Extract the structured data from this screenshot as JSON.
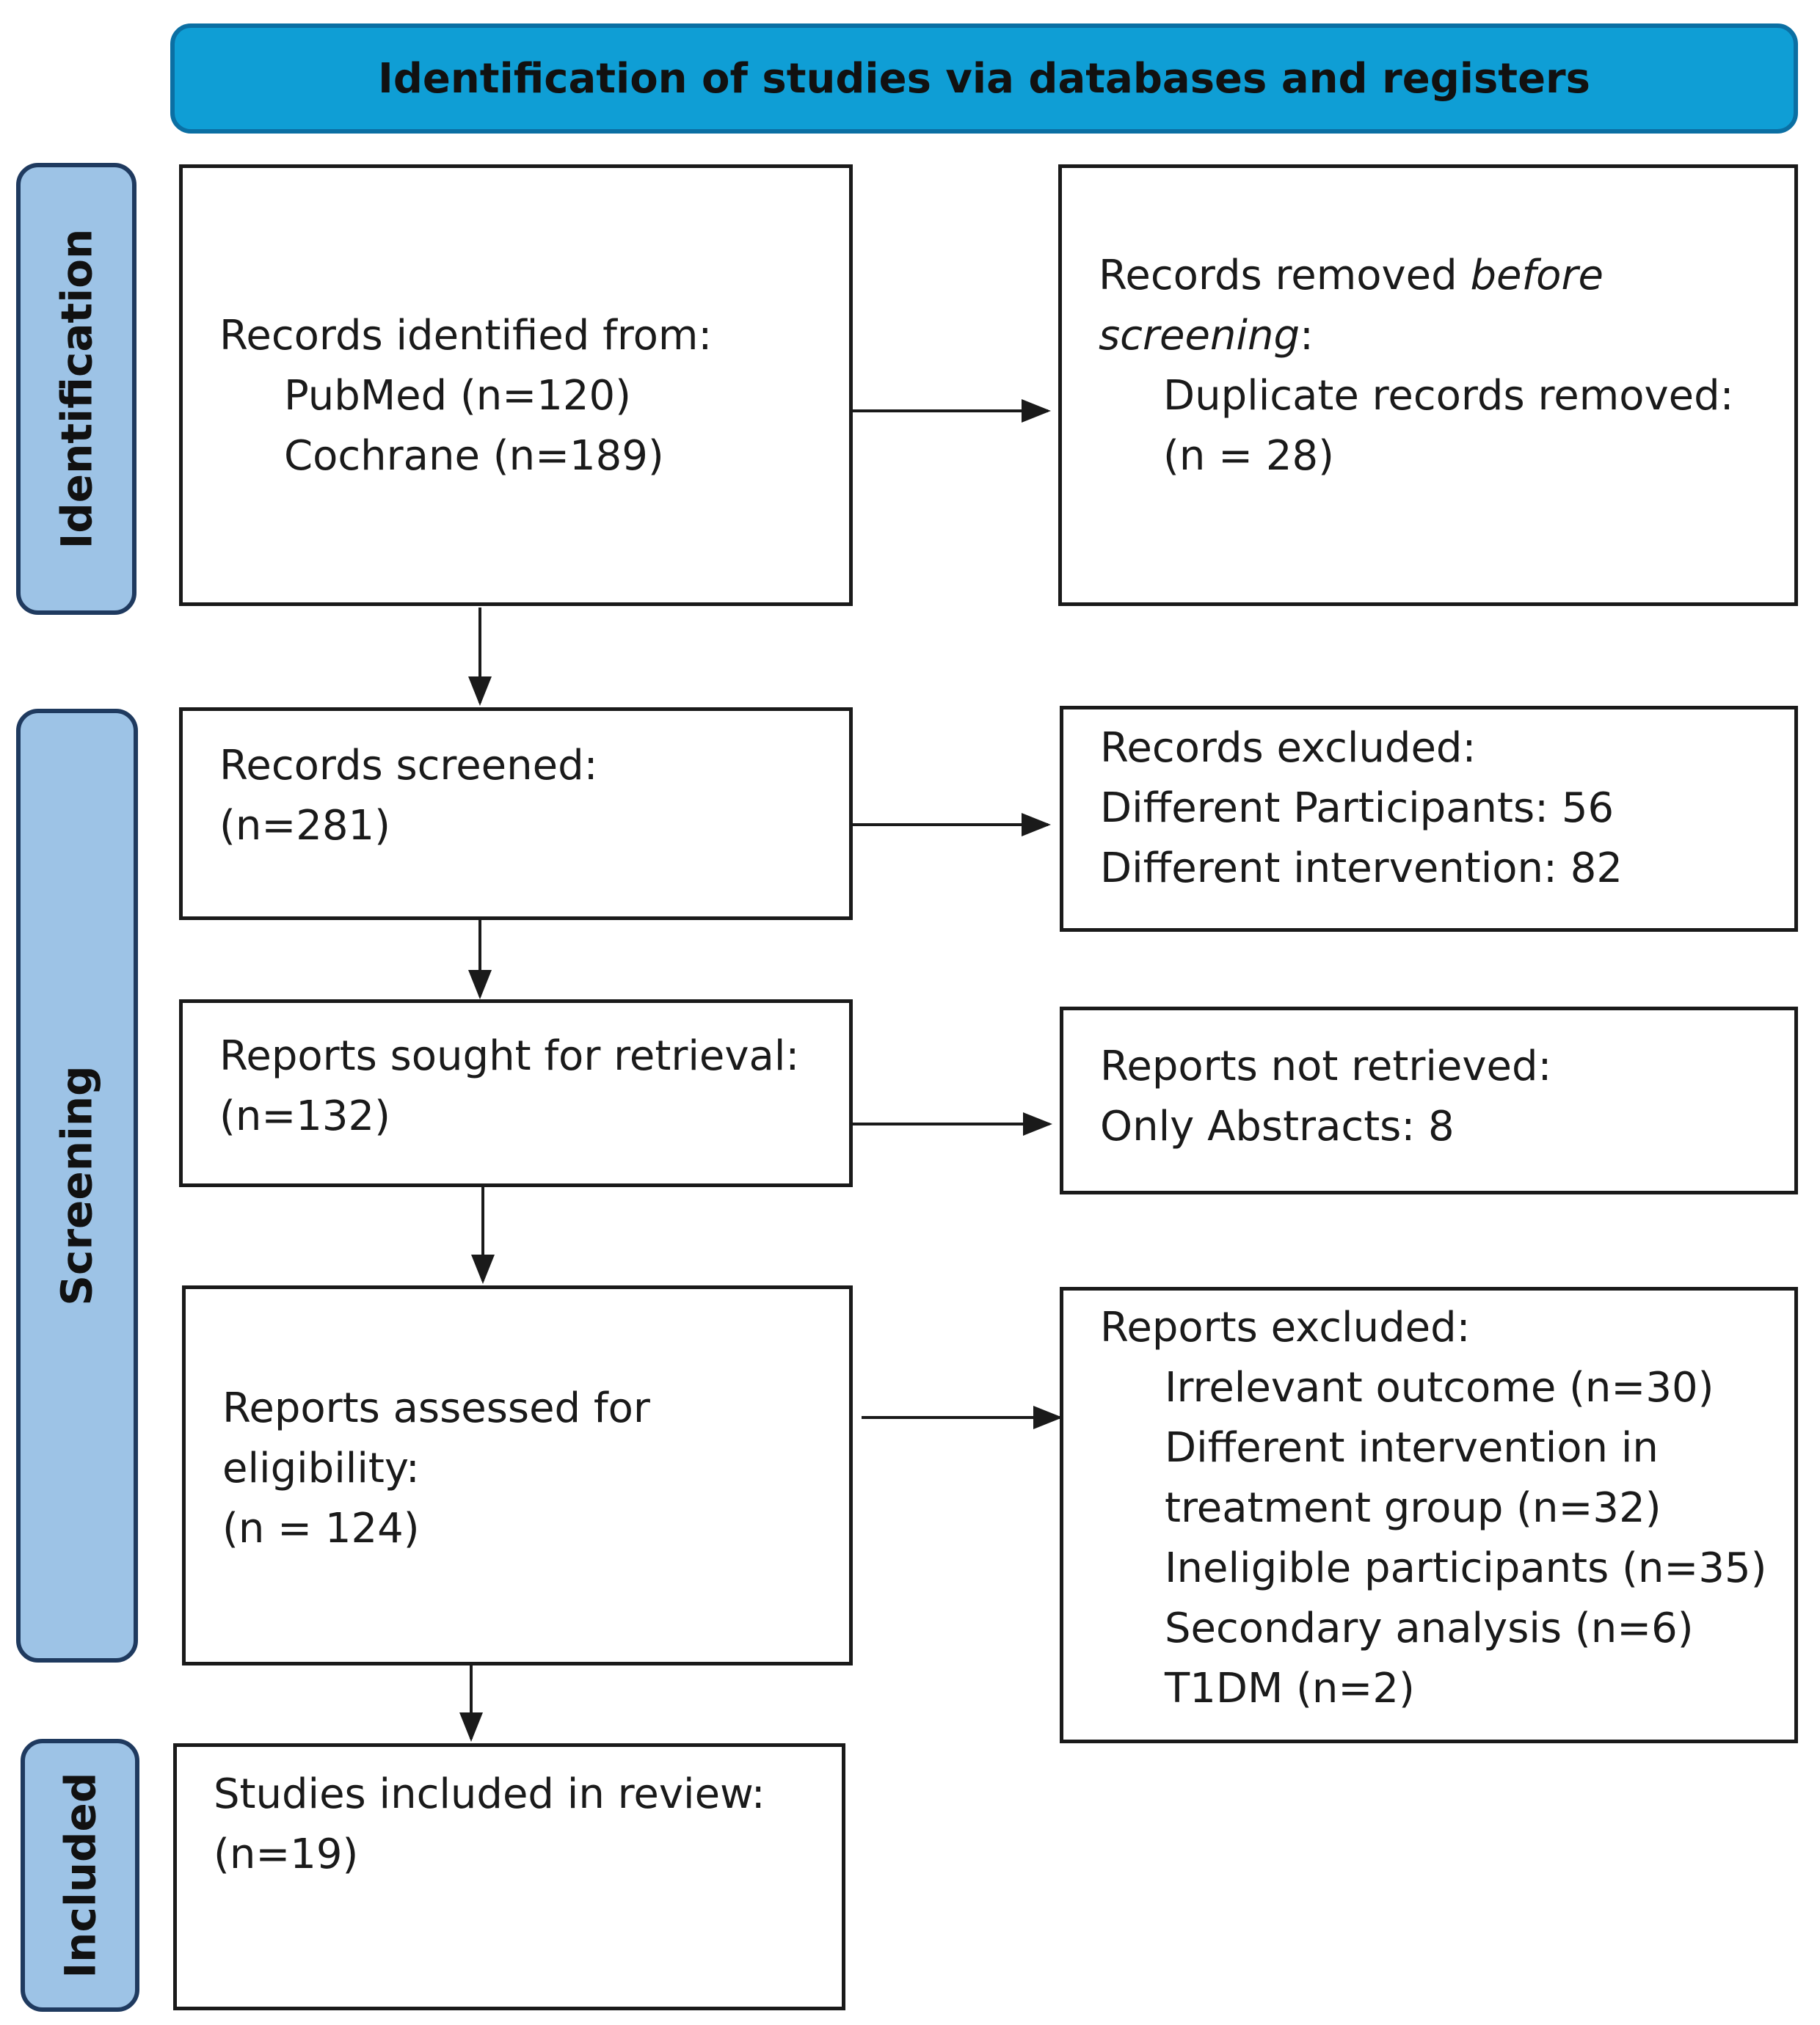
{
  "header": {
    "title": "Identification of studies via databases and registers"
  },
  "stages": {
    "identification": "Identification",
    "screening": "Screening",
    "included": "Included"
  },
  "boxes": {
    "records_identified": {
      "title": "Records identified from:",
      "sources": [
        "PubMed (n=120)",
        "Cochrane (n=189)"
      ]
    },
    "records_removed": {
      "title_prefix": "Records removed ",
      "title_italic_1": "before",
      "title_italic_2": "screening",
      "title_suffix": ":",
      "item_label": "Duplicate records removed:",
      "item_value": "(n = 28)"
    },
    "records_screened": {
      "title": "Records screened:",
      "count": "(n=281)"
    },
    "records_excluded": {
      "title": "Records excluded:",
      "items": [
        "Different Participants: 56",
        "Different intervention: 82"
      ]
    },
    "reports_sought": {
      "title": "Reports sought for retrieval:",
      "count": "(n=132)"
    },
    "reports_not_retrieved": {
      "title": "Reports not retrieved:",
      "items": [
        "Only Abstracts: 8"
      ]
    },
    "reports_assessed": {
      "title_line1": "Reports assessed for",
      "title_line2": "eligibility:",
      "count": "(n = 124)"
    },
    "reports_excluded": {
      "title": "Reports excluded:",
      "items": [
        "Irrelevant outcome (n=30)",
        "Different intervention in",
        "treatment group (n=32)",
        "Ineligible participants (n=35)",
        "Secondary analysis (n=6)",
        "T1DM (n=2)"
      ]
    },
    "studies_included": {
      "title": "Studies included in review:",
      "count": "(n=19)"
    }
  },
  "colors": {
    "header_fill": "#0f9ed5",
    "stage_fill": "#9dc3e6",
    "line": "#1a1a1a"
  }
}
